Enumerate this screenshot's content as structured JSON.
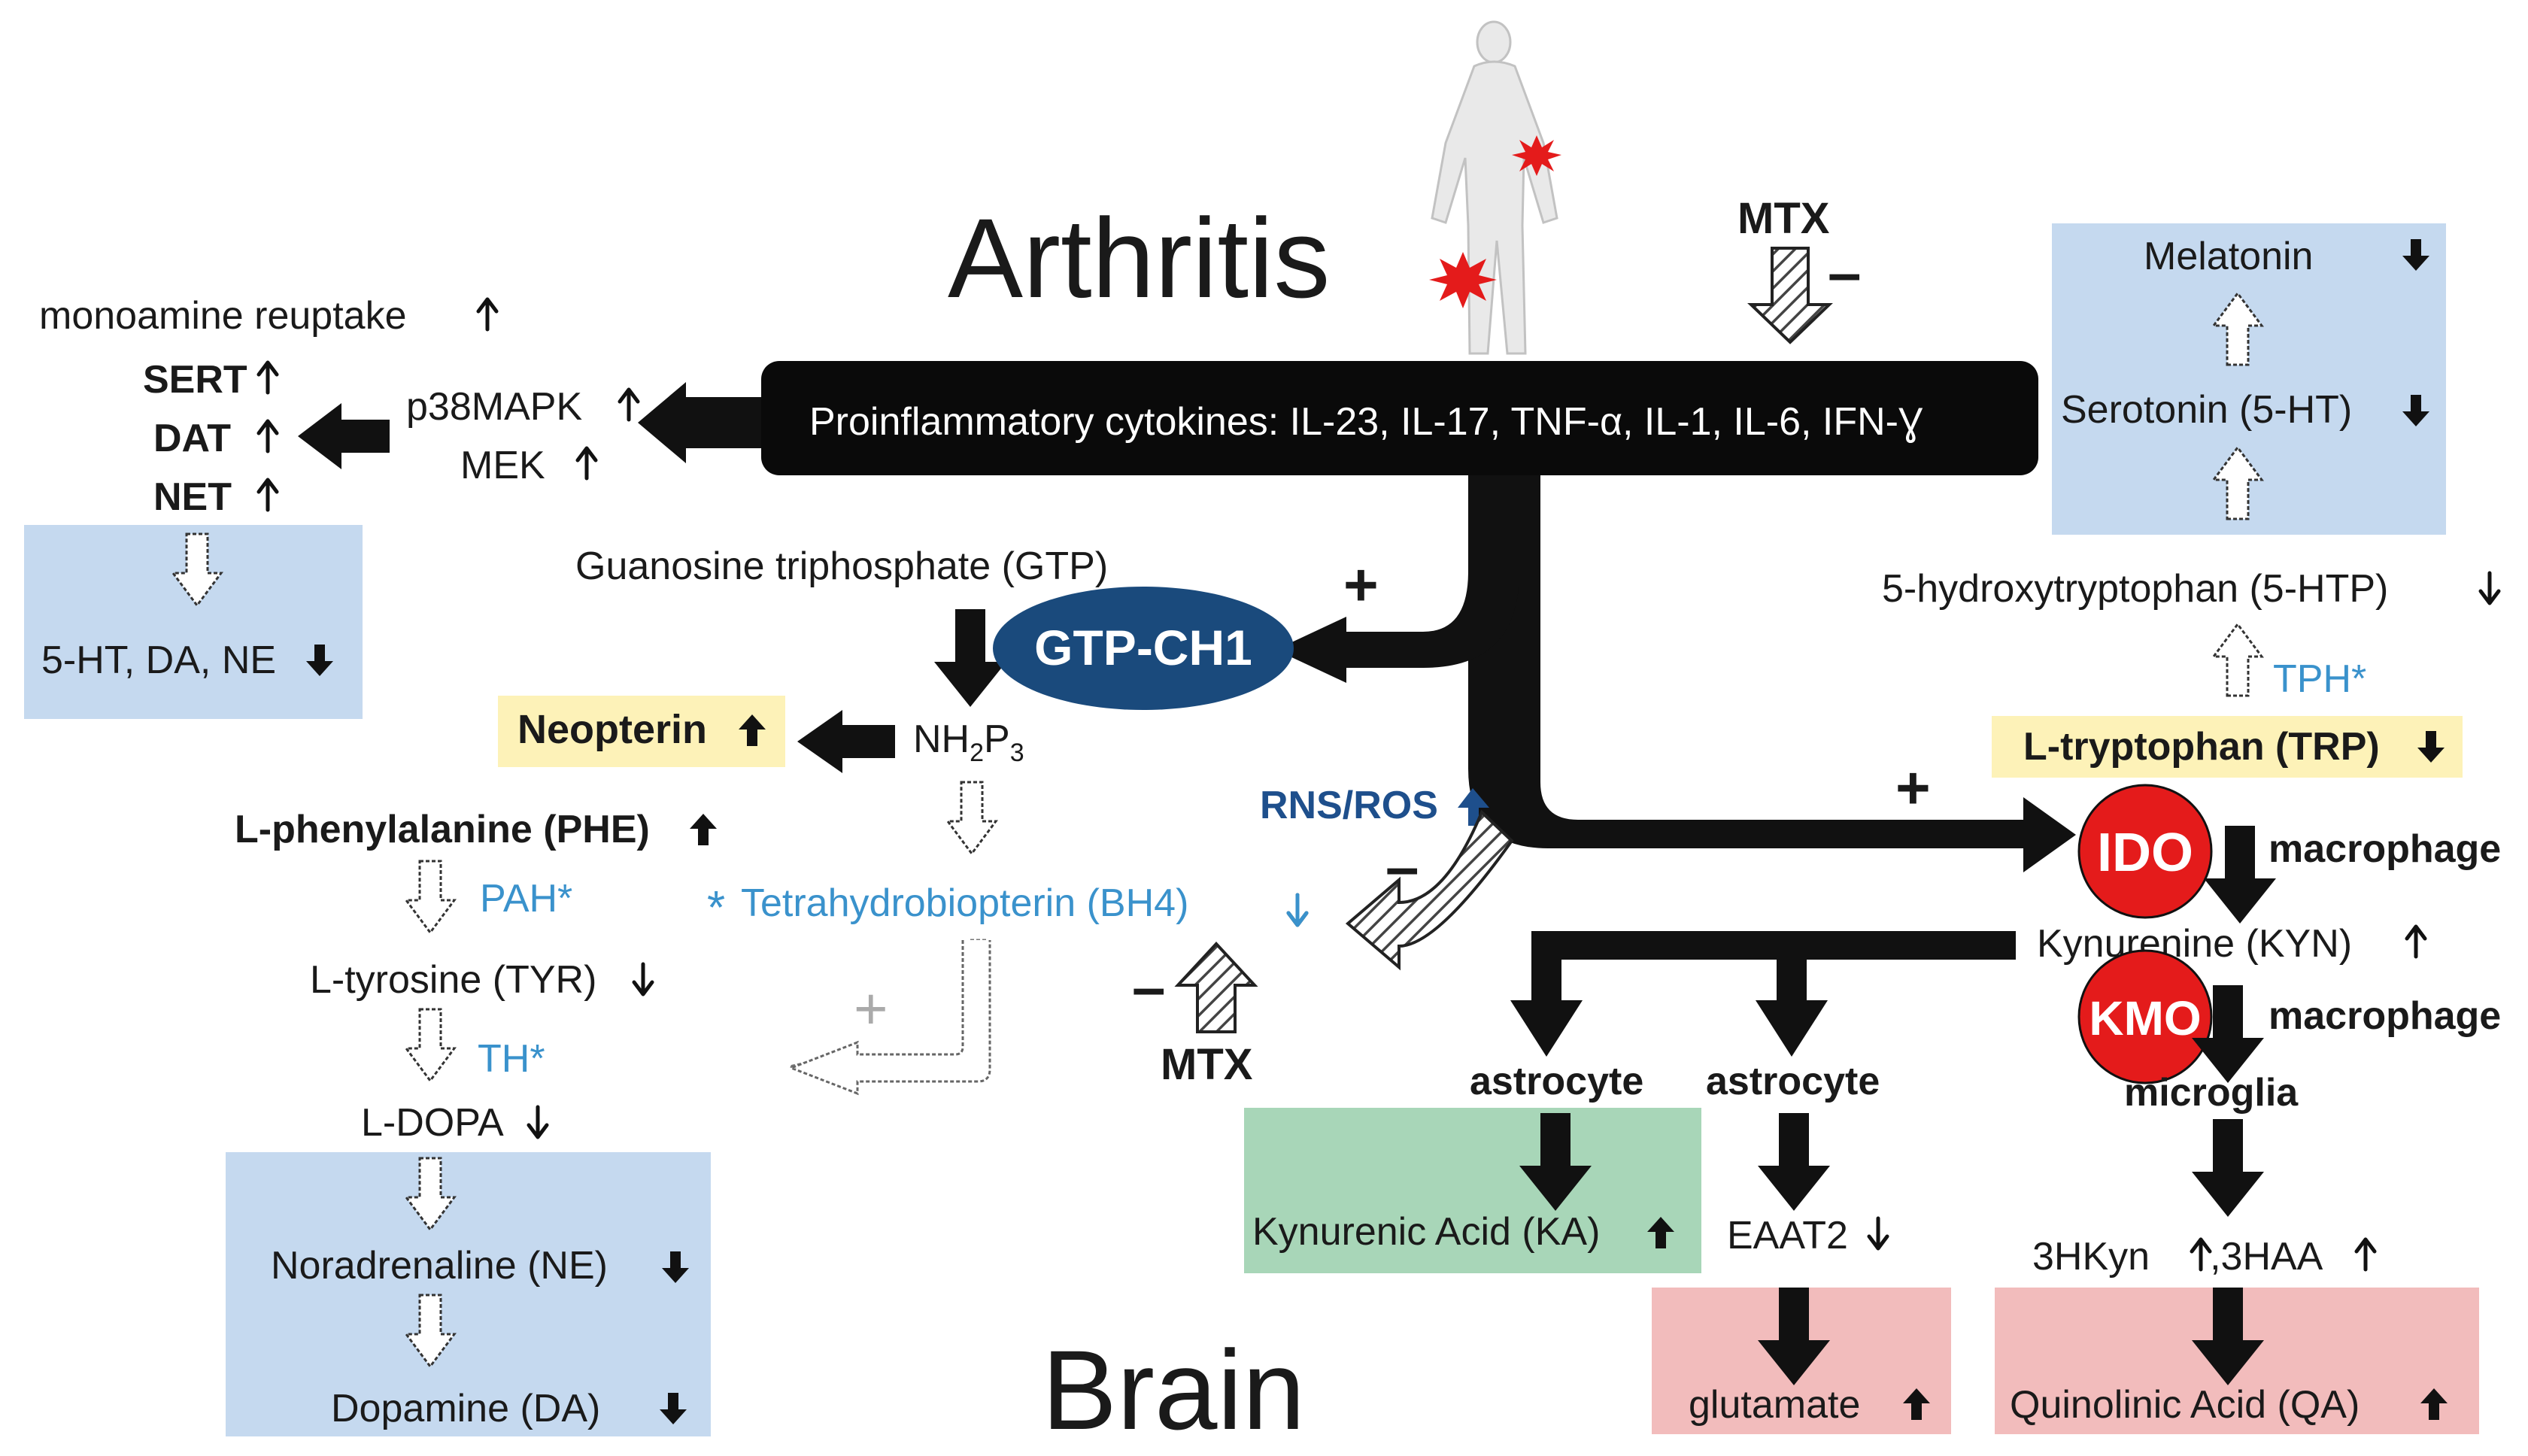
{
  "headings": {
    "top": "Arthritis",
    "bottom": "Brain"
  },
  "cytokines": "Proinflammatory cytokines: IL-23, IL-17, TNF-α, IL-1, IL-6, IFN-Ɣ",
  "mtx_top": {
    "label": "MTX",
    "sign": "–"
  },
  "mtx_mid": {
    "label": "MTX",
    "sign": "–"
  },
  "reuptake": {
    "title": "monoamine reuptake",
    "transporters": [
      "SERT",
      "DAT",
      "NET"
    ],
    "kinases": [
      "p38MAPK",
      "MEK"
    ],
    "result": "5-HT, DA, NE"
  },
  "gtp": {
    "substrate": "Guanosine triphosphate (GTP)",
    "enzyme": "GTP-CH1",
    "sign": "+",
    "intermediate": "NH",
    "intermediate_sub1": "2",
    "intermediate_mid": "P",
    "intermediate_sub2": "3",
    "neopterin": "Neopterin",
    "bh4": "Tetrahydrobiopterin (BH4)",
    "bh4_star": "*",
    "rns": "RNS/ROS",
    "rns_sign": "–",
    "cofactor_sign": "+"
  },
  "catecholamine": {
    "phe": "L-phenylalanine (PHE)",
    "pah": "PAH*",
    "tyr": "L-tyrosine (TYR)",
    "th": "TH*",
    "dopa": "L-DOPA",
    "ne": "Noradrenaline (NE)",
    "da": "Dopamine (DA)"
  },
  "serotonin": {
    "melatonin": "Melatonin",
    "serotonin": "Serotonin (5-HT)",
    "htp": "5-hydroxytryptophan (5-HTP)",
    "tph": "TPH*",
    "trp": "L-tryptophan (TRP)"
  },
  "kynurenine": {
    "ido": "IDO",
    "ido_sign": "+",
    "ido_cell": "macrophage",
    "kyn": "Kynurenine (KYN)",
    "kmo": "KMO",
    "kmo_cell1": "macrophage",
    "kmo_cell2": "microglia",
    "astro1": "astrocyte",
    "astro2": "astrocyte",
    "ka": "Kynurenic Acid (KA)",
    "eaat2": "EAAT2",
    "glutamate": "glutamate",
    "hkyn": "3HKyn",
    "haa": ",3HAA",
    "qa": "Quinolinic Acid (QA)"
  },
  "colors": {
    "blue_box": "#c5d9ef",
    "yellow_box": "#fdf2b8",
    "green_box": "#a8d6b8",
    "pink_box": "#f2bcbc",
    "enzyme_navy": "#1a4a7c",
    "enzyme_red": "#e41b1b",
    "blue_text": "#3a92cc",
    "navy_text": "#1e4f8c"
  }
}
